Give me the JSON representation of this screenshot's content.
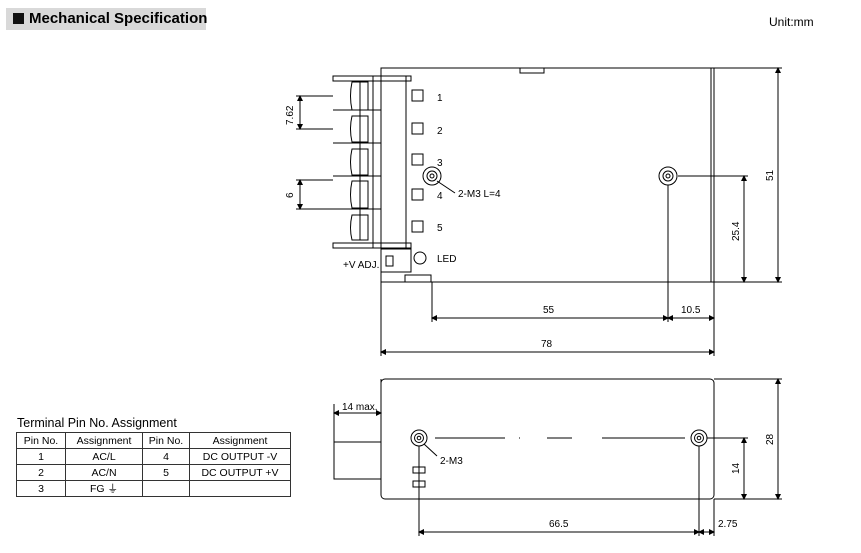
{
  "header": {
    "title": "Mechanical Specification",
    "unit": "Unit:mm"
  },
  "top_view": {
    "pin_labels": [
      "1",
      "2",
      "3",
      "4",
      "5"
    ],
    "pitch_7_62": "7.62",
    "pitch_6": "6",
    "screw_label": "2-M3 L=4",
    "led_label": "LED",
    "vadj_label": "+V ADJ.",
    "dim_height": "51",
    "dim_hole_height": "25.4",
    "dim_hole_x": "55",
    "dim_hole_edge": "10.5",
    "dim_length": "78"
  },
  "side_view": {
    "dim_terminal": "14 max.",
    "screw_label": "2-M3",
    "dim_hole_height": "14",
    "dim_height": "28",
    "dim_hole_spacing": "66.5",
    "dim_hole_edge": "2.75"
  },
  "pin_table": {
    "caption": "Terminal Pin No.  Assignment",
    "headers": [
      "Pin No.",
      "Assignment",
      "Pin No.",
      "Assignment"
    ],
    "rows": [
      [
        "1",
        "AC/L",
        "4",
        "DC OUTPUT -V"
      ],
      [
        "2",
        "AC/N",
        "5",
        "DC OUTPUT +V"
      ],
      [
        "3",
        "FG ⏚",
        "",
        ""
      ]
    ]
  }
}
